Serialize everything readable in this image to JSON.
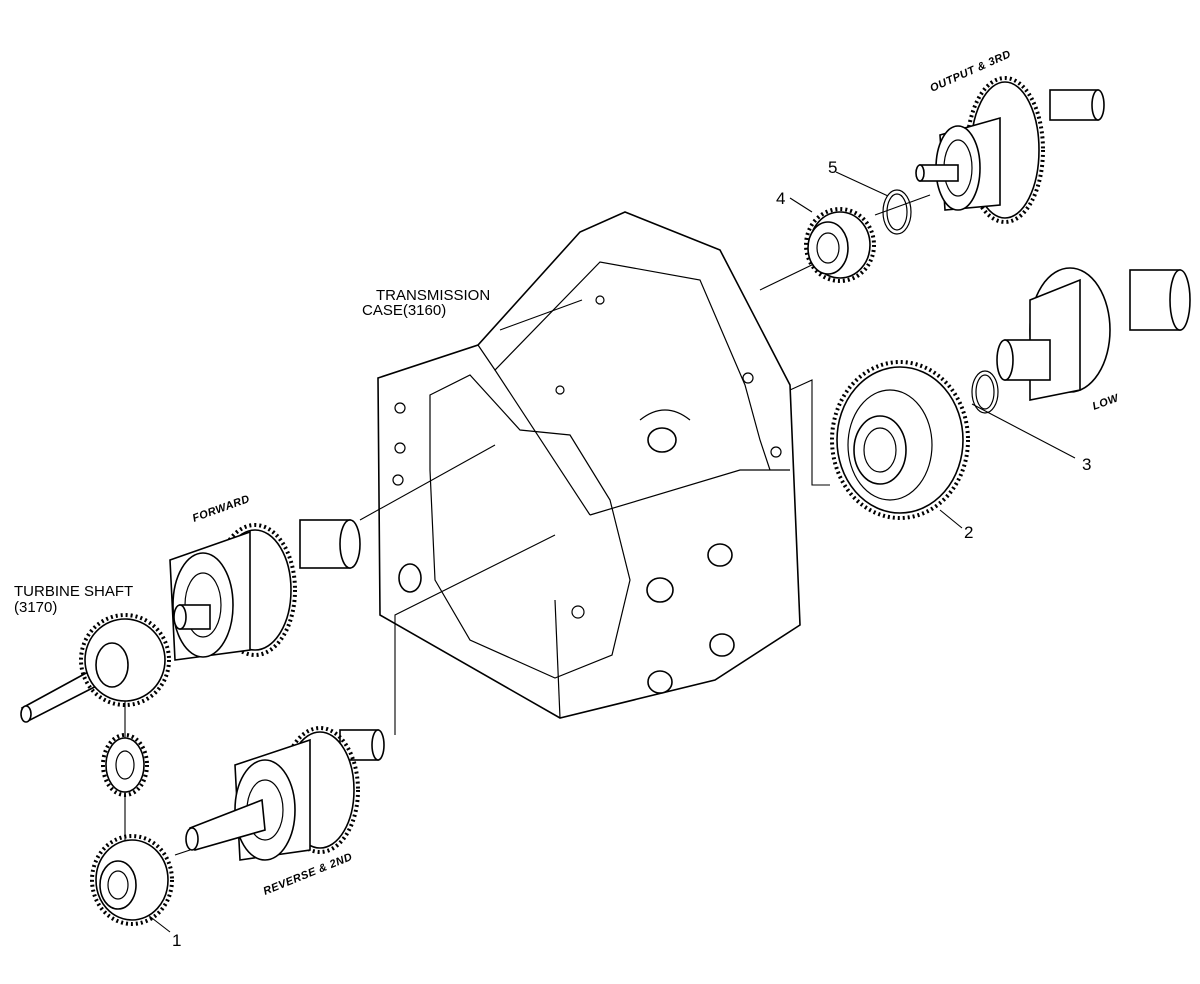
{
  "labels": {
    "transmission_case_line1": "TRANSMISSION",
    "transmission_case_line2": "CASE(3160)",
    "turbine_shaft_line1": "TURBINE SHAFT",
    "turbine_shaft_line2": "(3170)",
    "forward": "FORWARD",
    "reverse_2nd": "REVERSE & 2ND",
    "output_3rd": "OUTPUT & 3RD",
    "low": "LOW"
  },
  "callouts": {
    "c1": "1",
    "c2": "2",
    "c3": "3",
    "c4": "4",
    "c5": "5"
  }
}
